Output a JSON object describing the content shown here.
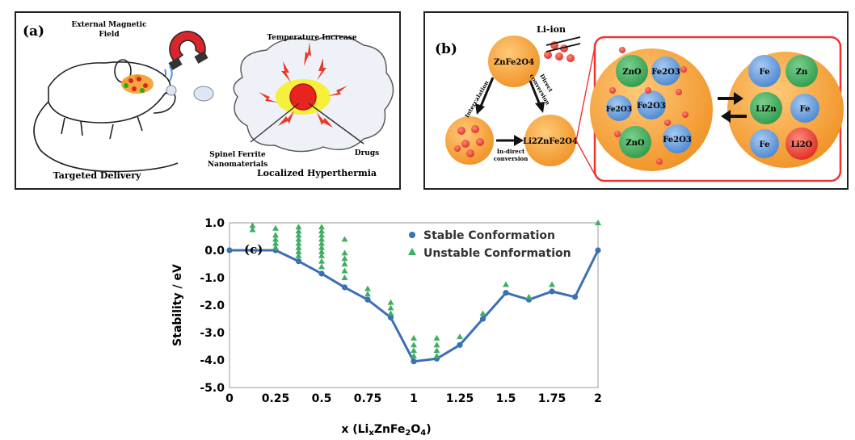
{
  "panel_a": {
    "label": "(a)",
    "magnetic_line1": "External Magnetic",
    "magnetic_line2": "Field",
    "temperature": "Temperature Increase",
    "targeted": "Targeted Delivery",
    "spinel_line1": "Spinel Ferrite",
    "spinel_line2": "Nanomaterials",
    "drugs": "Drugs",
    "hyperthermia": "Localized Hyperthermia"
  },
  "panel_b": {
    "label": "(b)",
    "li_ion": "Li-ion",
    "znfe2o4": "ZnFe2O4",
    "li2znfe2o4": "Li2ZnFe2O4",
    "intercalation": "Intercalation",
    "direct_line1": "Direct",
    "direct_line2": "conversion",
    "indirect_line1": "In-direct",
    "indirect_line2": "conversion",
    "left_cluster": [
      "ZnO",
      "Fe2O3",
      "Fe2O3",
      "Fe2O3",
      "ZnO",
      "Fe2O3"
    ],
    "right_cluster": [
      "Fe",
      "Zn",
      "LiZn",
      "Fe",
      "Fe",
      "Li2O"
    ],
    "colors": {
      "zno": "#3aa655",
      "fe2o3": "#4f8fd6",
      "li2o": "#e8403a",
      "sphere": "#f5a238",
      "frame": "#e33"
    }
  },
  "chart_data": {
    "type": "scatter",
    "panel_label": "(c)",
    "xlabel": "x (LixZnFe2O4)",
    "ylabel": "Stability / eV",
    "xlim": [
      0,
      2
    ],
    "ylim": [
      -5,
      1
    ],
    "x_ticks": [
      "0",
      "0.25",
      "0.5",
      "0.75",
      "1",
      "1.25",
      "1.5",
      "1.75",
      "2"
    ],
    "y_ticks": [
      "1.0",
      "0.0",
      "-1.0",
      "-2.0",
      "-3.0",
      "-4.0",
      "-5.0"
    ],
    "legend_position": "top-right",
    "series": [
      {
        "name": "Stable Conformation",
        "color": "#3d6fb5",
        "marker": "circle",
        "line": true,
        "points": [
          [
            0,
            0.0
          ],
          [
            0.25,
            0.0
          ],
          [
            0.375,
            -0.4
          ],
          [
            0.5,
            -0.85
          ],
          [
            0.625,
            -1.35
          ],
          [
            0.75,
            -1.8
          ],
          [
            0.875,
            -2.45
          ],
          [
            1,
            -4.05
          ],
          [
            1.125,
            -3.95
          ],
          [
            1.25,
            -3.45
          ],
          [
            1.375,
            -2.5
          ],
          [
            1.5,
            -1.55
          ],
          [
            1.625,
            -1.8
          ],
          [
            1.75,
            -1.5
          ],
          [
            1.875,
            -1.7
          ],
          [
            2,
            0.0
          ]
        ]
      },
      {
        "name": "Unstable Conformation",
        "color": "#3fae63",
        "marker": "triangle",
        "line": false,
        "points": [
          [
            0.125,
            0.9
          ],
          [
            0.125,
            0.75
          ],
          [
            0.25,
            0.8
          ],
          [
            0.25,
            0.55
          ],
          [
            0.25,
            0.4
          ],
          [
            0.25,
            0.25
          ],
          [
            0.25,
            0.1
          ],
          [
            0.375,
            0.85
          ],
          [
            0.375,
            0.7
          ],
          [
            0.375,
            0.55
          ],
          [
            0.375,
            0.4
          ],
          [
            0.375,
            0.25
          ],
          [
            0.375,
            0.1
          ],
          [
            0.375,
            -0.05
          ],
          [
            0.375,
            -0.2
          ],
          [
            0.5,
            0.85
          ],
          [
            0.5,
            0.7
          ],
          [
            0.5,
            0.55
          ],
          [
            0.5,
            0.4
          ],
          [
            0.5,
            0.25
          ],
          [
            0.5,
            0.1
          ],
          [
            0.5,
            -0.05
          ],
          [
            0.5,
            -0.2
          ],
          [
            0.5,
            -0.4
          ],
          [
            0.5,
            -0.6
          ],
          [
            0.625,
            0.4
          ],
          [
            0.625,
            -0.1
          ],
          [
            0.625,
            -0.3
          ],
          [
            0.625,
            -0.5
          ],
          [
            0.625,
            -0.75
          ],
          [
            0.625,
            -1.0
          ],
          [
            0.75,
            -1.4
          ],
          [
            0.75,
            -1.6
          ],
          [
            0.875,
            -1.9
          ],
          [
            0.875,
            -2.1
          ],
          [
            0.875,
            -2.3
          ],
          [
            1,
            -3.2
          ],
          [
            1,
            -3.45
          ],
          [
            1,
            -3.65
          ],
          [
            1,
            -3.85
          ],
          [
            1.125,
            -3.2
          ],
          [
            1.125,
            -3.45
          ],
          [
            1.125,
            -3.65
          ],
          [
            1.125,
            -3.85
          ],
          [
            1.25,
            -3.15
          ],
          [
            1.375,
            -2.3
          ],
          [
            1.5,
            -1.25
          ],
          [
            1.625,
            -1.7
          ],
          [
            1.75,
            -1.25
          ],
          [
            2,
            1.0
          ]
        ]
      }
    ]
  }
}
